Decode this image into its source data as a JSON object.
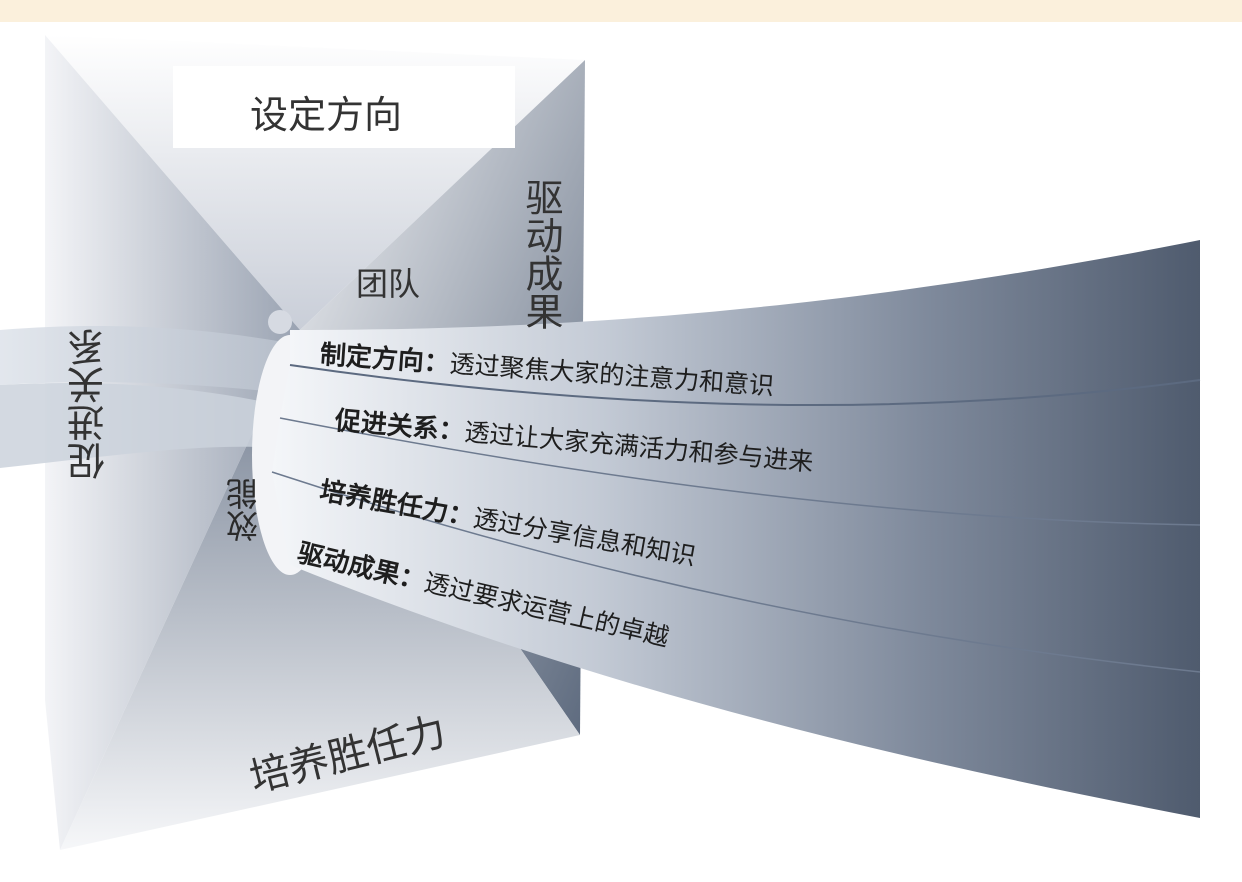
{
  "colors": {
    "top_bar": "#fbf0dc",
    "ribbon_light": "#e9edf2",
    "ribbon_dark": "#4a576b",
    "panel_light": "#eceef2",
    "panel_dark": "#8a94a4"
  },
  "labels": {
    "top": "设定方向",
    "right_vertical": "驱动成果",
    "left_vertical": "促进关系",
    "center": "团队",
    "bottom": "培养胜任力",
    "empower": "效能"
  },
  "ribbons": [
    {
      "key": "制定方向：",
      "text": "透过聚焦大家的注意力和意识"
    },
    {
      "key": "促进关系：",
      "text": "透过让大家充满活力和参与进来"
    },
    {
      "key": "培养胜任力：",
      "text": "透过分享信息和知识"
    },
    {
      "key": "驱动成果：",
      "text": "透过要求运营上的卓越"
    }
  ]
}
